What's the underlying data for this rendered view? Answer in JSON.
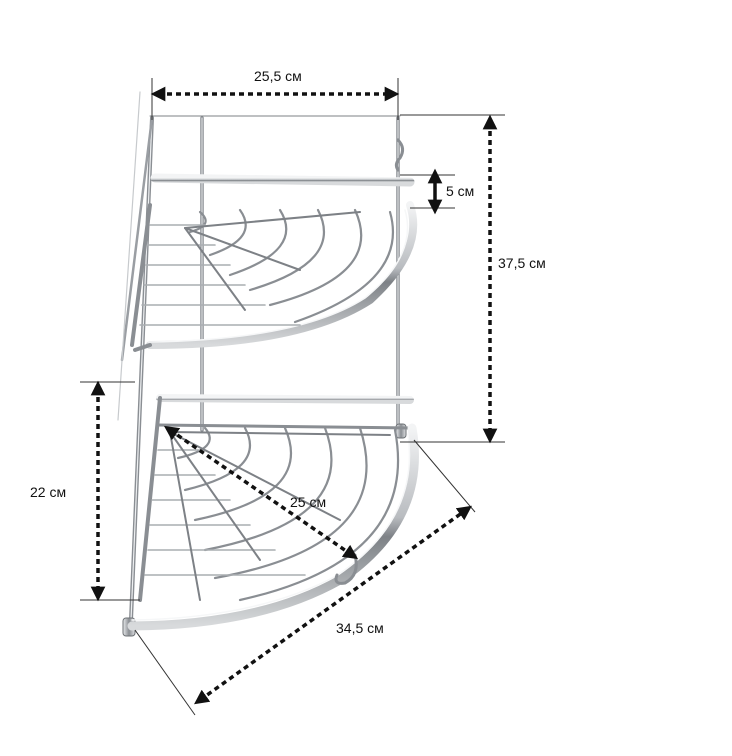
{
  "product": {
    "colors": {
      "metal": "#b9bcc0",
      "metal_dark": "#6e7276",
      "metal_light": "#eef0f2",
      "arrow": "#111111",
      "background": "#ffffff"
    }
  },
  "dimensions": {
    "width": "25,5 см",
    "shelf_height": "5 см",
    "total_height": "37,5 см",
    "shelf_gap": "22 см",
    "side_depth": "25 см",
    "front_edge": "34,5 см"
  },
  "icons": [
    "double-arrow-icon"
  ]
}
